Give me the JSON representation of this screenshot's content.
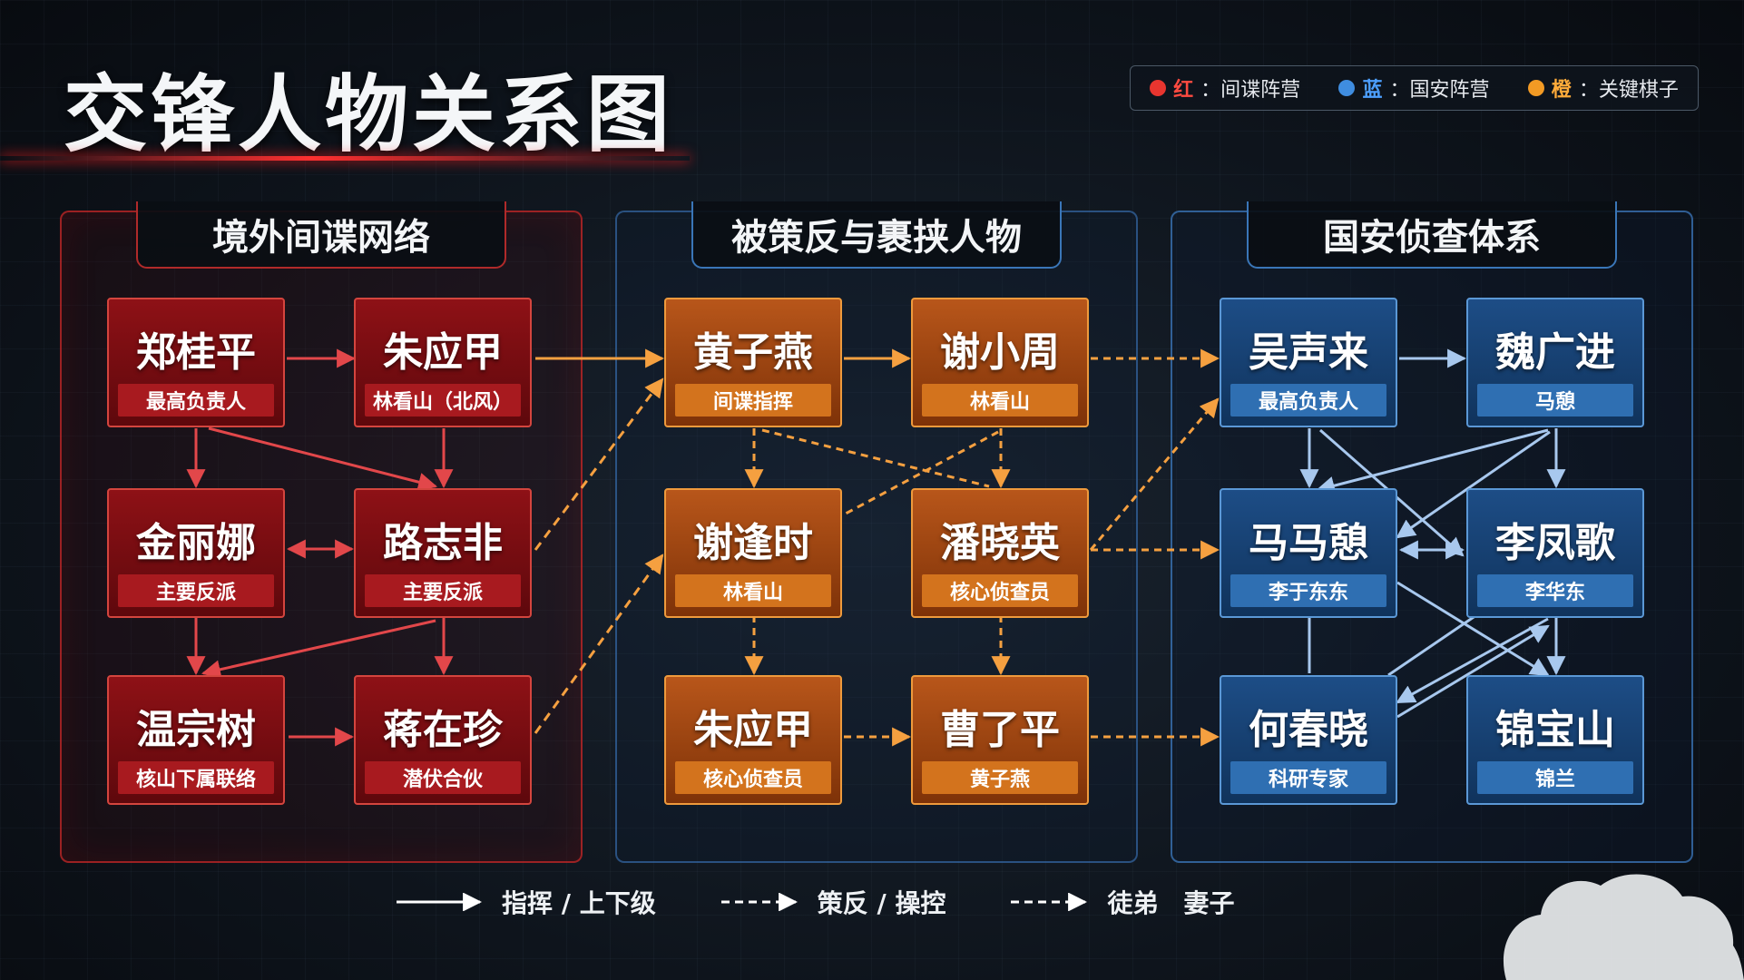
{
  "title": "交锋人物关系图",
  "legend": {
    "items": [
      {
        "color": "#e8352f",
        "key": "红",
        "label": "：间谍阵营"
      },
      {
        "color": "#3f8de0",
        "key": "蓝",
        "label": "：国安阵营"
      },
      {
        "color": "#f29a24",
        "key": "橙",
        "label": "：关键棋子"
      }
    ]
  },
  "colors": {
    "red": "#e8352f",
    "orange": "#f29a24",
    "blue": "#3f8de0",
    "solid_red_line": "#e2474a",
    "solid_orange_line": "#f5a040",
    "solid_blue_line": "#a8c8ee"
  },
  "panels": {
    "spy": {
      "title": "境外间谍网络"
    },
    "turned": {
      "title": "被策反与裹挟人物"
    },
    "security": {
      "title": "国安侦查体系"
    }
  },
  "nodes": {
    "zheng_guiping": {
      "name": "郑桂平",
      "role": "最高负责人"
    },
    "zhu_yingjia_red": {
      "name": "朱应甲",
      "role": "林看山（北风）"
    },
    "jin_lina": {
      "name": "金丽娜",
      "role": "主要反派"
    },
    "lu_zhifei": {
      "name": "路志非",
      "role": "主要反派"
    },
    "wen_zongshu": {
      "name": "温宗树",
      "role": "核山下属联络"
    },
    "jiang_zaizhen": {
      "name": "蒋在珍",
      "role": "潜伏合伙"
    },
    "huang_ziyan": {
      "name": "黄子燕",
      "role": "间谍指挥"
    },
    "xie_xiaozhou": {
      "name": "谢小周",
      "role": "林看山"
    },
    "xie_fengshi": {
      "name": "谢逢时",
      "role": "林看山"
    },
    "pan_xiaoying": {
      "name": "潘晓英",
      "role": "核心侦查员"
    },
    "zhu_yingjia_orange": {
      "name": "朱应甲",
      "role": "核心侦查员"
    },
    "cao_leping": {
      "name": "曹了平",
      "role": "黄子燕"
    },
    "wu_shenglai": {
      "name": "吴声来",
      "role": "最高负责人"
    },
    "wei_guangjin": {
      "name": "魏广进",
      "role": "马憩"
    },
    "ma_maqi": {
      "name": "马马憩",
      "role": "李于东东"
    },
    "li_fengge": {
      "name": "李凤歌",
      "role": "李华东"
    },
    "he_chunxiao": {
      "name": "何春晓",
      "role": "科研专家"
    },
    "jin_baoshan": {
      "name": "锦宝山",
      "role": "锦兰"
    }
  },
  "bottom_legend": [
    {
      "style": "solid",
      "label": "指挥 / 上下级"
    },
    {
      "style": "dashed",
      "label": "策反 / 操控"
    },
    {
      "style": "dashed",
      "label": "徒弟　妻子"
    }
  ]
}
